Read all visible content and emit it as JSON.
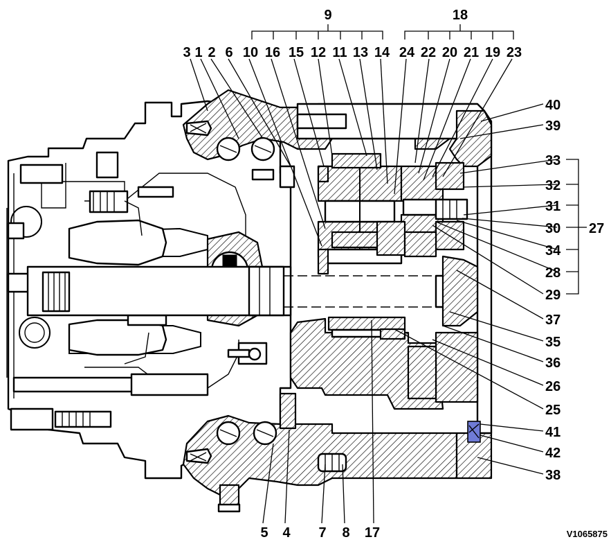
{
  "figure": {
    "drawing_code": "V1065875",
    "callouts": {
      "n1": "1",
      "n2": "2",
      "n3": "3",
      "n4": "4",
      "n5": "5",
      "n6": "6",
      "n7": "7",
      "n8": "8",
      "n9": "9",
      "n10": "10",
      "n11": "11",
      "n12": "12",
      "n13": "13",
      "n14": "14",
      "n15": "15",
      "n16": "16",
      "n17": "17",
      "n18": "18",
      "n19": "19",
      "n20": "20",
      "n21": "21",
      "n22": "22",
      "n23": "23",
      "n24": "24",
      "n25": "25",
      "n26": "26",
      "n27": "27",
      "n28": "28",
      "n29": "29",
      "n30": "30",
      "n31": "31",
      "n32": "32",
      "n33": "33",
      "n34": "34",
      "n35": "35",
      "n36": "36",
      "n37": "37",
      "n38": "38",
      "n39": "39",
      "n40": "40",
      "n41": "41",
      "n42": "42"
    },
    "colors": {
      "line": "#000000",
      "background": "#ffffff",
      "highlight_part": "#6f7bd6"
    }
  }
}
